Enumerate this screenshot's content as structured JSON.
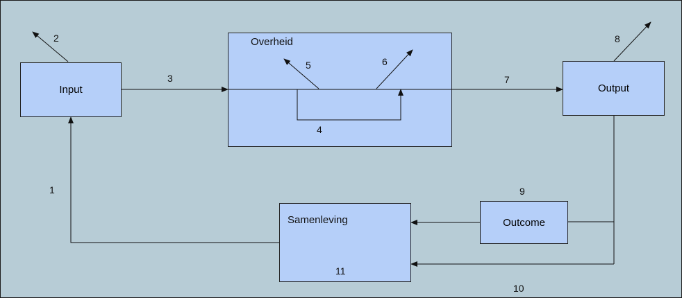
{
  "colors": {
    "background": "#b7ccd6",
    "box_fill": "#b5cff9",
    "line": "#111111"
  },
  "boxes": {
    "input": "Input",
    "overheid": "Overheid",
    "output": "Output",
    "samenleving": "Samenleving",
    "outcome": "Outcome"
  },
  "flows": {
    "f1": "1",
    "f2": "2",
    "f3": "3",
    "f4": "4",
    "f5": "5",
    "f6": "6",
    "f7": "7",
    "f8": "8",
    "f9": "9",
    "f10": "10",
    "f11": "11"
  }
}
